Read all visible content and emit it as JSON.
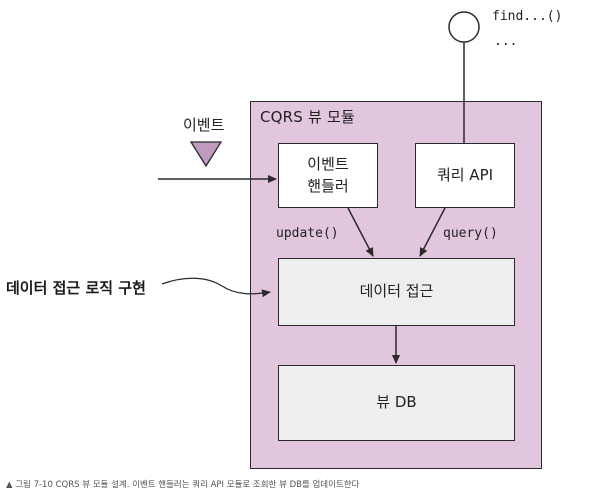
{
  "figure": {
    "event_label": "이벤트",
    "module_title": "CQRS 뷰 모듈",
    "handler_label": "이벤트\n핸들러",
    "query_api_label": "쿼리 API",
    "data_access_label": "데이터 접근",
    "view_db_label": "뷰 DB",
    "find_label": "find...()",
    "find_more_label": "...",
    "update_label": "update()",
    "query_label": "query()",
    "impl_label": "데이터 접근 로직 구현",
    "caption": "▲ 그림 7-10 CQRS 뷰 모듈 설계. 이벤트 핸들러는 쿼리 API 모듈로 조회한 뷰 DB를 업데이트한다"
  },
  "colors": {
    "module_fill": "#e2c6dd",
    "event_triangle": "#c09bc0",
    "inner_box_fill": "#eeeeee",
    "stroke": "#2a2a2a"
  },
  "icons": {
    "event_marker": "down-triangle",
    "api_endpoint": "circle"
  }
}
